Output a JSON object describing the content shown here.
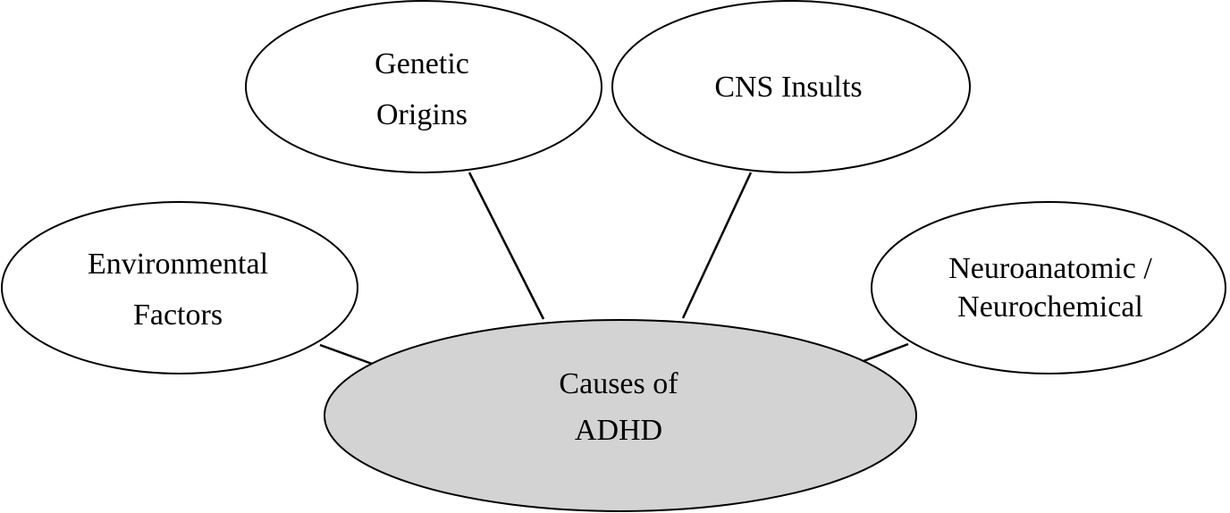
{
  "diagram": {
    "center": {
      "lines": [
        "Causes of",
        "ADHD"
      ],
      "fill": "#d3d3d3"
    },
    "causes": [
      {
        "id": "environmental-factors",
        "lines": [
          "Environmental",
          "Factors"
        ]
      },
      {
        "id": "genetic-origins",
        "lines": [
          "Genetic",
          "Origins"
        ]
      },
      {
        "id": "cns-insults",
        "lines": [
          "CNS Insults"
        ]
      },
      {
        "id": "neuroanatomic-neurochemical",
        "lines": [
          "Neuroanatomic /",
          "Neurochemical"
        ]
      }
    ],
    "colors": {
      "node_fill": "#ffffff",
      "stroke": "#000000"
    }
  }
}
